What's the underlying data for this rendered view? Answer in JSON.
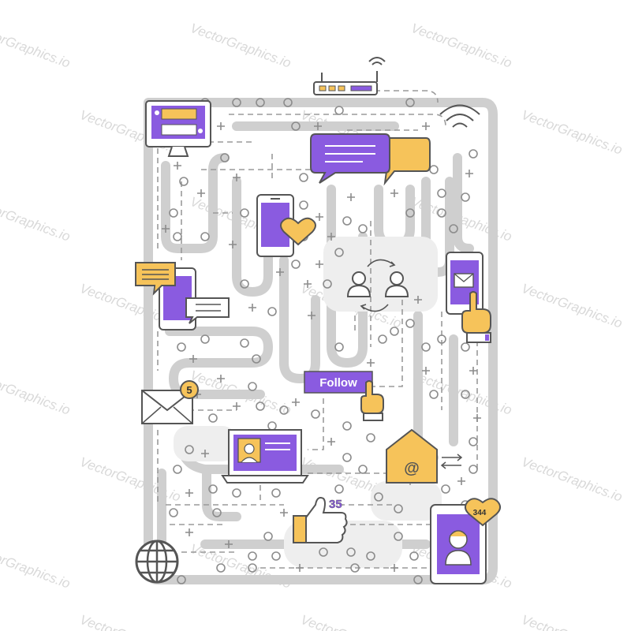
{
  "watermark": "VectorGraphics.io",
  "follow_button": {
    "label": "Follow"
  },
  "badges": {
    "envelope_count": "5",
    "likes_count": "35",
    "hearts_count": "344"
  },
  "colors": {
    "purple": "#8a5be0",
    "yellow": "#f6c35a",
    "outline": "#555555",
    "path_gray": "#cfcfcf"
  },
  "icons": [
    "router-icon",
    "wifi-icon",
    "monitor-chat-icon",
    "chat-bubbles-icon",
    "phone-heart-icon",
    "phone-chat-icon",
    "users-exchange-icon",
    "phone-mail-icon",
    "tap-hand-icon",
    "envelope-icon",
    "laptop-profile-icon",
    "home-email-icon",
    "thumbs-up-icon",
    "globe-icon",
    "phone-profile-icon"
  ]
}
